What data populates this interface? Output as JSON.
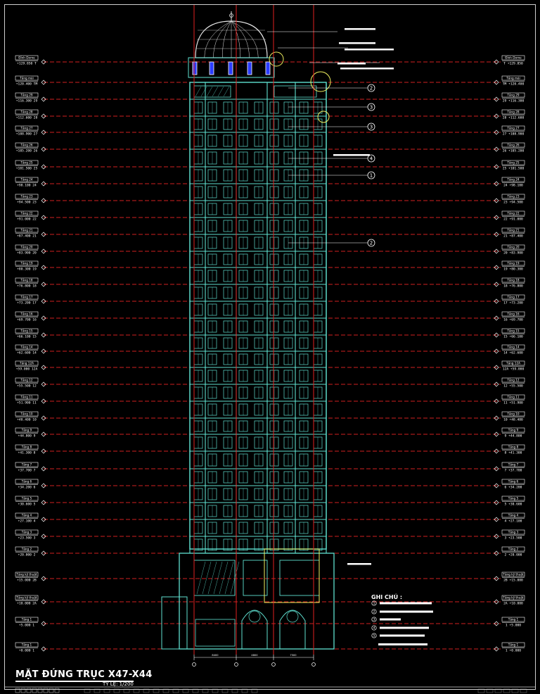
{
  "drawing": {
    "title": "MẶT ĐỨNG TRỤC X47-X44",
    "scale": "TỶ LỆ: 1/200",
    "legend_title": "GHI CHÚ :"
  },
  "levels_left": [
    {
      "name": "Đỉnh Dome",
      "elev": "+129.850 T"
    },
    {
      "name": "Tầng mái",
      "elev": "+120.400 TM"
    },
    {
      "name": "Tầng 29",
      "elev": "+116.300 29"
    },
    {
      "name": "Tầng 28",
      "elev": "+112.600 28"
    },
    {
      "name": "Tầng 27",
      "elev": "+108.900 27"
    },
    {
      "name": "Tầng 26",
      "elev": "+105.200 26"
    },
    {
      "name": "Tầng 25",
      "elev": "+101.500 25"
    },
    {
      "name": "Tầng 24",
      "elev": "+98.100 24"
    },
    {
      "name": "Tầng 23",
      "elev": "+94.500 23"
    },
    {
      "name": "Tầng 22",
      "elev": "+91.000 22"
    },
    {
      "name": "Tầng 21",
      "elev": "+87.400 21"
    },
    {
      "name": "Tầng 20",
      "elev": "+83.900 20"
    },
    {
      "name": "Tầng 19",
      "elev": "+80.300 19"
    },
    {
      "name": "Tầng 18",
      "elev": "+76.800 18"
    },
    {
      "name": "Tầng 17",
      "elev": "+73.200 17"
    },
    {
      "name": "Tầng 16",
      "elev": "+69.700 16"
    },
    {
      "name": "Tầng 15",
      "elev": "+66.100 15"
    },
    {
      "name": "Tầng 14",
      "elev": "+62.600 14"
    },
    {
      "name": "Tầng 12A",
      "elev": "+59.000 12A"
    },
    {
      "name": "Tầng 12",
      "elev": "+55.500 12"
    },
    {
      "name": "Tầng 11",
      "elev": "+51.900 11"
    },
    {
      "name": "Tầng 10",
      "elev": "+48.400 10"
    },
    {
      "name": "Tầng 9",
      "elev": "+44.800 9"
    },
    {
      "name": "Tầng 8",
      "elev": "+41.300 8"
    },
    {
      "name": "Tầng 7",
      "elev": "+37.700 7"
    },
    {
      "name": "Tầng 6",
      "elev": "+34.200 6"
    },
    {
      "name": "Tầng 5",
      "elev": "+30.600 5"
    },
    {
      "name": "Tầng 4",
      "elev": "+27.100 4"
    },
    {
      "name": "Tầng 3",
      "elev": "+23.500 3"
    },
    {
      "name": "Tầng 2",
      "elev": "+20.000 2"
    },
    {
      "name": "Tầng kỹ thuật",
      "elev": "+15.000 2B"
    },
    {
      "name": "Tầng kỹ thuật",
      "elev": "+10.000 2A"
    },
    {
      "name": "Tầng 1",
      "elev": "+5.000 1"
    },
    {
      "name": "Tầng 1",
      "elev": "+0.000 1"
    }
  ],
  "levels_right": [
    {
      "name": "Đỉnh Dome",
      "elev": "T +129.850"
    },
    {
      "name": "Tầng mái",
      "elev": "TM +120.400"
    },
    {
      "name": "Tầng 29",
      "elev": "29 +116.300"
    },
    {
      "name": "Tầng 28",
      "elev": "28 +112.600"
    },
    {
      "name": "Tầng 27",
      "elev": "27 +108.900"
    },
    {
      "name": "Tầng 26",
      "elev": "26 +105.200"
    },
    {
      "name": "Tầng 25",
      "elev": "25 +101.500"
    },
    {
      "name": "Tầng 24",
      "elev": "24 +98.100"
    },
    {
      "name": "Tầng 23",
      "elev": "23 +94.500"
    },
    {
      "name": "Tầng 22",
      "elev": "22 +91.000"
    },
    {
      "name": "Tầng 21",
      "elev": "21 +87.400"
    },
    {
      "name": "Tầng 20",
      "elev": "20 +83.900"
    },
    {
      "name": "Tầng 19",
      "elev": "19 +80.300"
    },
    {
      "name": "Tầng 18",
      "elev": "18 +76.800"
    },
    {
      "name": "Tầng 17",
      "elev": "17 +73.200"
    },
    {
      "name": "Tầng 16",
      "elev": "16 +69.700"
    },
    {
      "name": "Tầng 15",
      "elev": "15 +66.100"
    },
    {
      "name": "Tầng 14",
      "elev": "14 +62.600"
    },
    {
      "name": "Tầng 12A",
      "elev": "12A +59.000"
    },
    {
      "name": "Tầng 12",
      "elev": "12 +55.500"
    },
    {
      "name": "Tầng 11",
      "elev": "11 +51.900"
    },
    {
      "name": "Tầng 10",
      "elev": "10 +48.400"
    },
    {
      "name": "Tầng 9",
      "elev": "9 +44.800"
    },
    {
      "name": "Tầng 8",
      "elev": "8 +41.300"
    },
    {
      "name": "Tầng 7",
      "elev": "7 +37.700"
    },
    {
      "name": "Tầng 6",
      "elev": "6 +34.200"
    },
    {
      "name": "Tầng 5",
      "elev": "5 +30.600"
    },
    {
      "name": "Tầng 4",
      "elev": "4 +27.100"
    },
    {
      "name": "Tầng 3",
      "elev": "3 +23.500"
    },
    {
      "name": "Tầng 2",
      "elev": "2 +20.000"
    },
    {
      "name": "Tầng kỹ thuật",
      "elev": "2B +15.000"
    },
    {
      "name": "Tầng kỹ thuật",
      "elev": "2A +10.000"
    },
    {
      "name": "Tầng 1",
      "elev": "1 +5.000"
    },
    {
      "name": "Tầng 1",
      "elev": "1 +0.000"
    }
  ],
  "callouts": [
    "2",
    "3",
    "3",
    "4",
    "1",
    "2"
  ],
  "legend_items": [
    "1",
    "2",
    "3",
    "4",
    "5"
  ],
  "dimensions": [
    "8400",
    "4800",
    "7500"
  ],
  "colors": {
    "level_line": "#d02020",
    "building": "#5fe0d0",
    "axis": "#e02020",
    "highlight": "#f0f060",
    "dome": "#e8e8e8",
    "text": "#ffffff"
  }
}
